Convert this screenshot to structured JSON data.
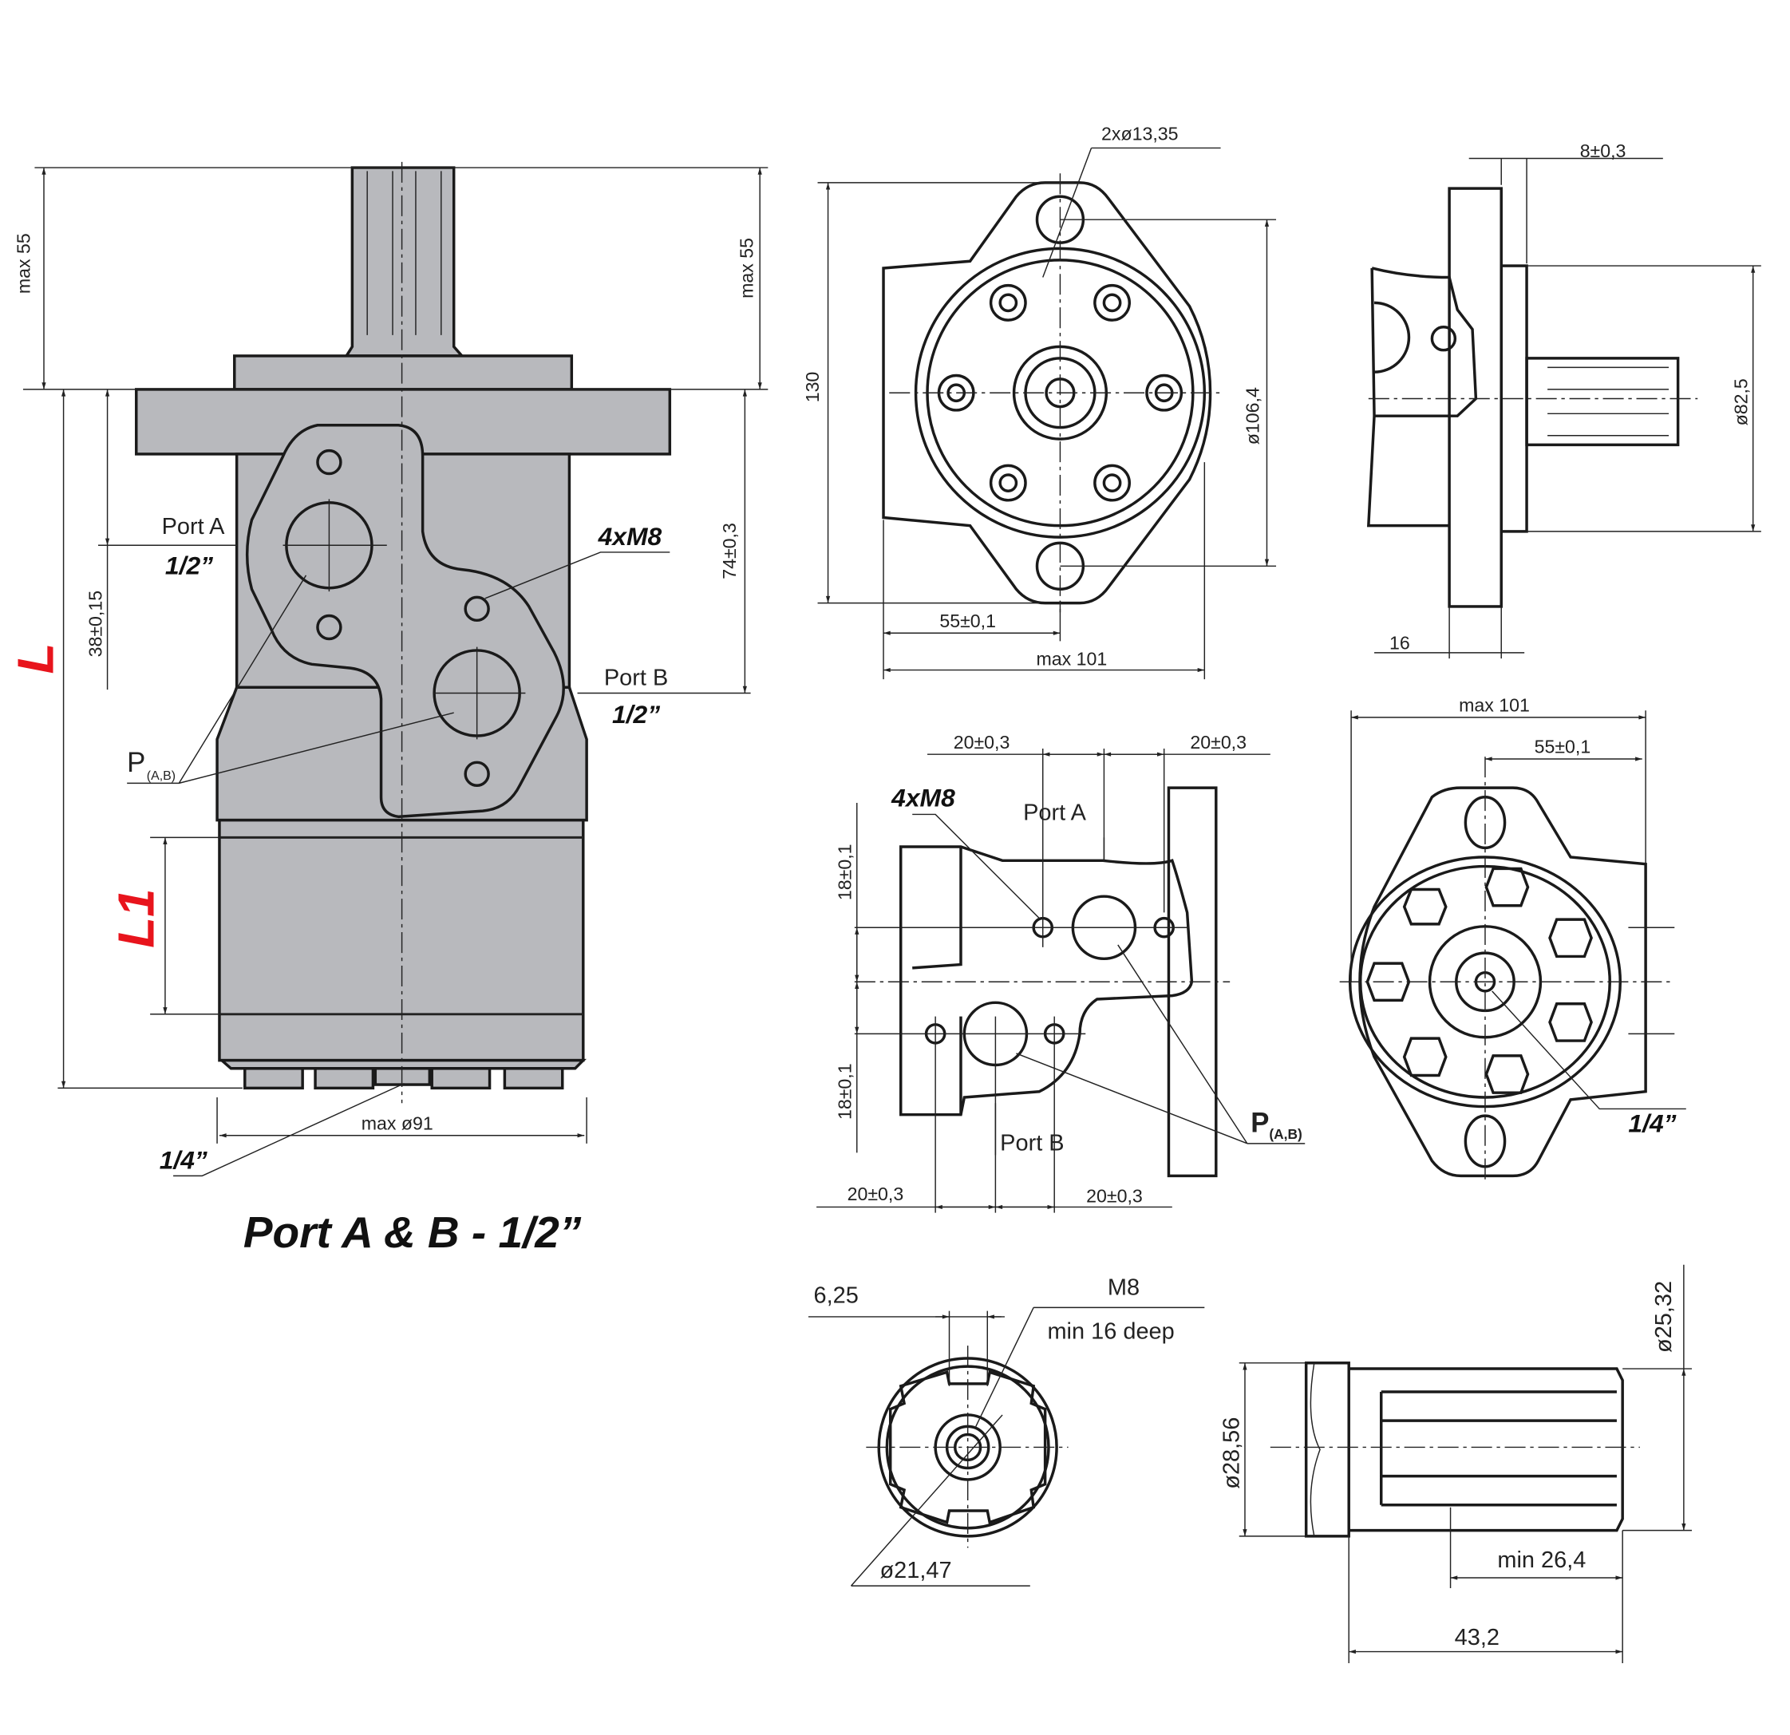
{
  "left_view": {
    "max55_left": "max 55",
    "max55_right": "max 55",
    "L": "L",
    "L1": "L1",
    "dim_38": "38±0,15",
    "dim_74": "74±0,3",
    "port_a": "Port A",
    "port_a_size": "1/2”",
    "port_b": "Port B",
    "port_b_size": "1/2”",
    "bolts": "4xM8",
    "p_label": "P",
    "p_sub": "(A,B)",
    "drain": "1/4”",
    "max_diameter": "max ø91",
    "caption": "Port A & B - 1/2”"
  },
  "front_view": {
    "holes": "2xø13,35",
    "height": "130",
    "pcd": "ø106,4",
    "offset": "55±0,1",
    "width": "max 101"
  },
  "side_view": {
    "pilot_depth": "8±0,3",
    "pilot_dia": "ø82,5",
    "flange": "16"
  },
  "port_view": {
    "dim_top_left": "20±0,3",
    "dim_top_right": "20±0,3",
    "dim_bottom_left": "20±0,3",
    "dim_bottom_right": "20±0,3",
    "dim_v_top": "18±0,1",
    "dim_v_bottom": "18±0,1",
    "bolts": "4xM8",
    "port_a": "Port A",
    "port_b": "Port B",
    "p_label": "P",
    "p_sub": "(A,B)"
  },
  "rear_view": {
    "width": "max 101",
    "offset": "55±0,1",
    "drain": "1/4”"
  },
  "shaft_end": {
    "key": "6,25",
    "thread": "M8",
    "depth": "min 16 deep",
    "minor_dia": "ø21,47"
  },
  "shaft_side": {
    "major_dia": "ø25,32",
    "hub_dia": "ø28,56",
    "spline_len": "min 26,4",
    "length": "43,2"
  }
}
